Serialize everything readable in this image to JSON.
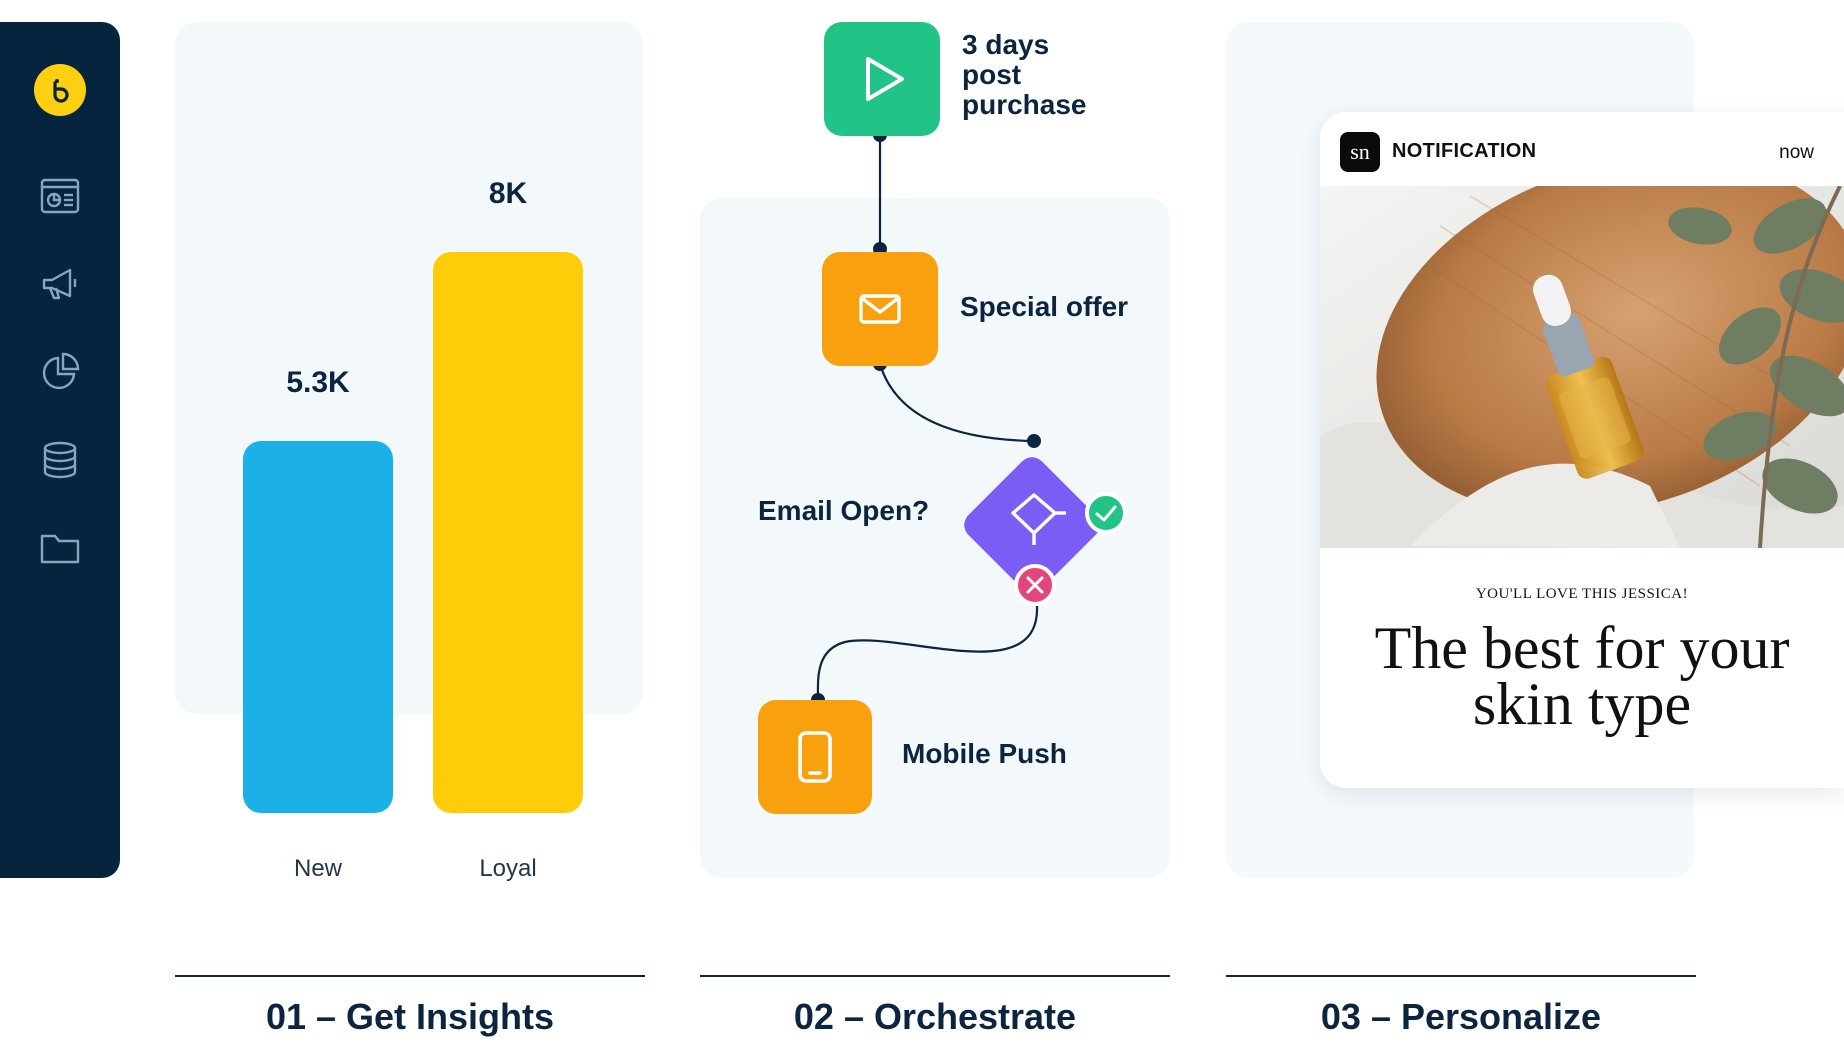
{
  "sidebar": {
    "logo_icon": "brand-logo-icon",
    "items": [
      {
        "icon": "dashboard-icon"
      },
      {
        "icon": "megaphone-icon"
      },
      {
        "icon": "pie-chart-icon"
      },
      {
        "icon": "database-icon"
      },
      {
        "icon": "folder-icon"
      }
    ]
  },
  "insights": {
    "chart_data": {
      "type": "bar",
      "categories": [
        "New",
        "Loyal"
      ],
      "values": [
        5.3,
        8
      ],
      "value_labels": [
        "5.3K",
        "8K"
      ],
      "colors": [
        "#1cb0e8",
        "#ffcc0a"
      ],
      "ylim": [
        0,
        8.5
      ]
    }
  },
  "flow": {
    "trigger_label": "3 days\npost\npurchase",
    "email_label": "Special offer",
    "condition_label": "Email Open?",
    "push_label": "Mobile Push",
    "colors": {
      "trigger": "#22c386",
      "action": "#f9a00f",
      "condition": "#7b5cf5",
      "yes": "#22c386",
      "no": "#e2467c"
    }
  },
  "personalize": {
    "app_badge": "sn",
    "notification_title": "NOTIFICATION",
    "notification_time": "now",
    "eyebrow": "YOU'LL LOVE THIS JESSICA!",
    "headline": "The best for your skin type"
  },
  "steps": [
    {
      "label": "01 – Get Insights"
    },
    {
      "label": "02 – Orchestrate"
    },
    {
      "label": "03 – Personalize"
    }
  ]
}
